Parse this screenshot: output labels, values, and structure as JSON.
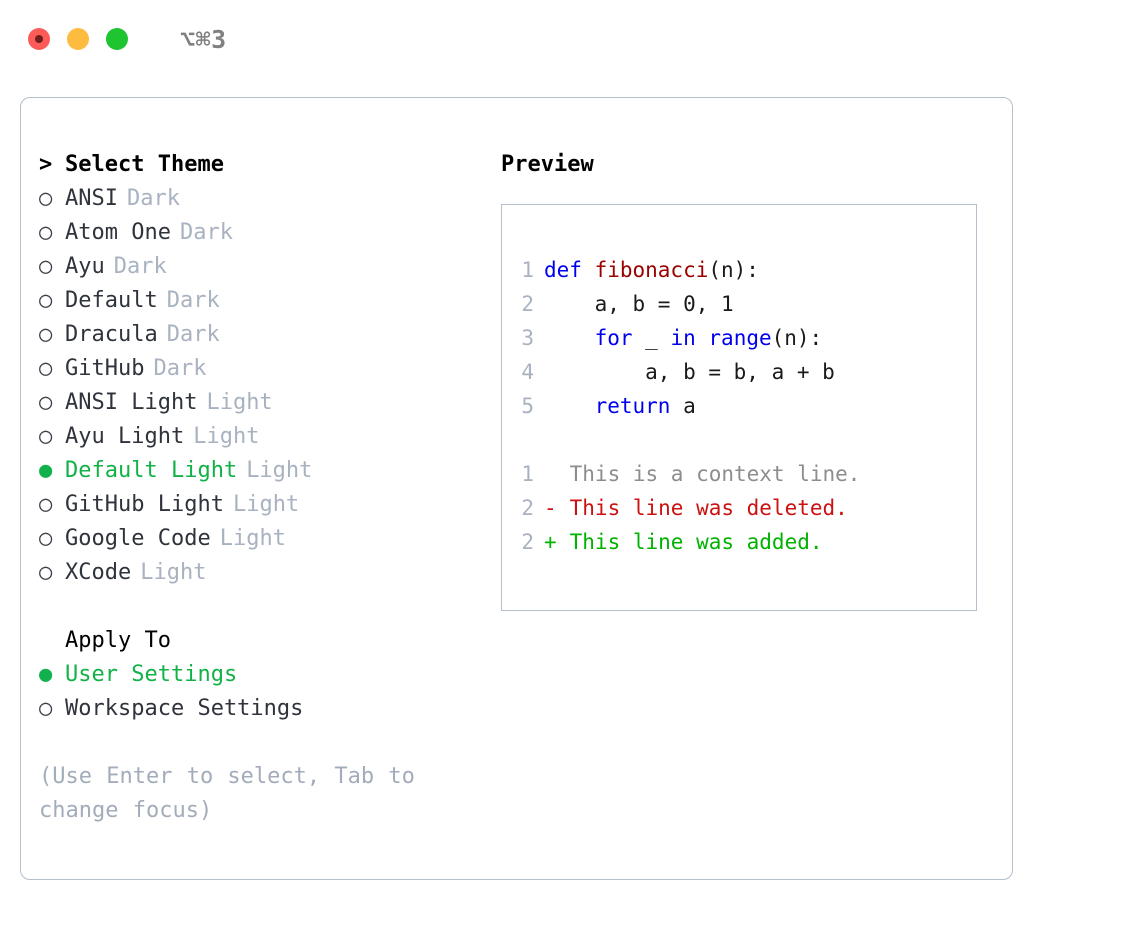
{
  "titlebar": {
    "shortcut": "⌥⌘3",
    "buttons": [
      {
        "name": "close",
        "color": "#fc5b57"
      },
      {
        "name": "minimize",
        "color": "#fdbc40"
      },
      {
        "name": "zoom",
        "color": "#1fc431"
      }
    ]
  },
  "theme_picker": {
    "header_marker": ">",
    "header_label": "Select Theme",
    "bullet_off": "○",
    "bullet_on": "●",
    "items": [
      {
        "label": "ANSI",
        "variant": "Dark",
        "selected": false
      },
      {
        "label": "Atom One",
        "variant": "Dark",
        "selected": false
      },
      {
        "label": "Ayu",
        "variant": "Dark",
        "selected": false
      },
      {
        "label": "Default",
        "variant": "Dark",
        "selected": false
      },
      {
        "label": "Dracula",
        "variant": "Dark",
        "selected": false
      },
      {
        "label": "GitHub",
        "variant": "Dark",
        "selected": false
      },
      {
        "label": "ANSI Light",
        "variant": "Light",
        "selected": false
      },
      {
        "label": "Ayu Light",
        "variant": "Light",
        "selected": false
      },
      {
        "label": "Default Light",
        "variant": "Light",
        "selected": true
      },
      {
        "label": "GitHub Light",
        "variant": "Light",
        "selected": false
      },
      {
        "label": "Google Code",
        "variant": "Light",
        "selected": false
      },
      {
        "label": "XCode",
        "variant": "Light",
        "selected": false
      }
    ]
  },
  "apply_to": {
    "title": "Apply To",
    "options": [
      {
        "label": "User Settings",
        "selected": true
      },
      {
        "label": "Workspace Settings",
        "selected": false
      }
    ]
  },
  "hint": "(Use Enter to select, Tab to change focus)",
  "preview": {
    "title": "Preview",
    "code_lines": [
      {
        "number": "1",
        "tokens": [
          {
            "text": "def ",
            "type": "kw"
          },
          {
            "text": "fibonacci",
            "type": "fn"
          },
          {
            "text": "(n):",
            "type": "pl"
          }
        ]
      },
      {
        "number": "2",
        "tokens": [
          {
            "text": "    a, b = 0, 1",
            "type": "pl"
          }
        ]
      },
      {
        "number": "3",
        "tokens": [
          {
            "text": "    ",
            "type": "pl"
          },
          {
            "text": "for",
            "type": "kw"
          },
          {
            "text": " _ ",
            "type": "pl"
          },
          {
            "text": "in",
            "type": "kw"
          },
          {
            "text": " ",
            "type": "pl"
          },
          {
            "text": "range",
            "type": "kw"
          },
          {
            "text": "(n):",
            "type": "pl"
          }
        ]
      },
      {
        "number": "4",
        "tokens": [
          {
            "text": "        a, b = b, a + b",
            "type": "pl"
          }
        ]
      },
      {
        "number": "5",
        "tokens": [
          {
            "text": "    ",
            "type": "pl"
          },
          {
            "text": "return",
            "type": "kw"
          },
          {
            "text": " a",
            "type": "pl"
          }
        ]
      }
    ],
    "diff_lines": [
      {
        "number": "1",
        "sign": " ",
        "text": " This is a context line.",
        "kind": "context"
      },
      {
        "number": "2",
        "sign": "-",
        "text": " This line was deleted.",
        "kind": "deleted"
      },
      {
        "number": "2",
        "sign": "+",
        "text": " This line was added.",
        "kind": "added"
      }
    ]
  },
  "colors": {
    "accent_green": "#12b247",
    "muted": "#a9b2c0",
    "keyword": "#0000ee",
    "function": "#9b0000",
    "diff_deleted": "#cc1111",
    "diff_added": "#00b300",
    "border": "#b6bfcc"
  }
}
